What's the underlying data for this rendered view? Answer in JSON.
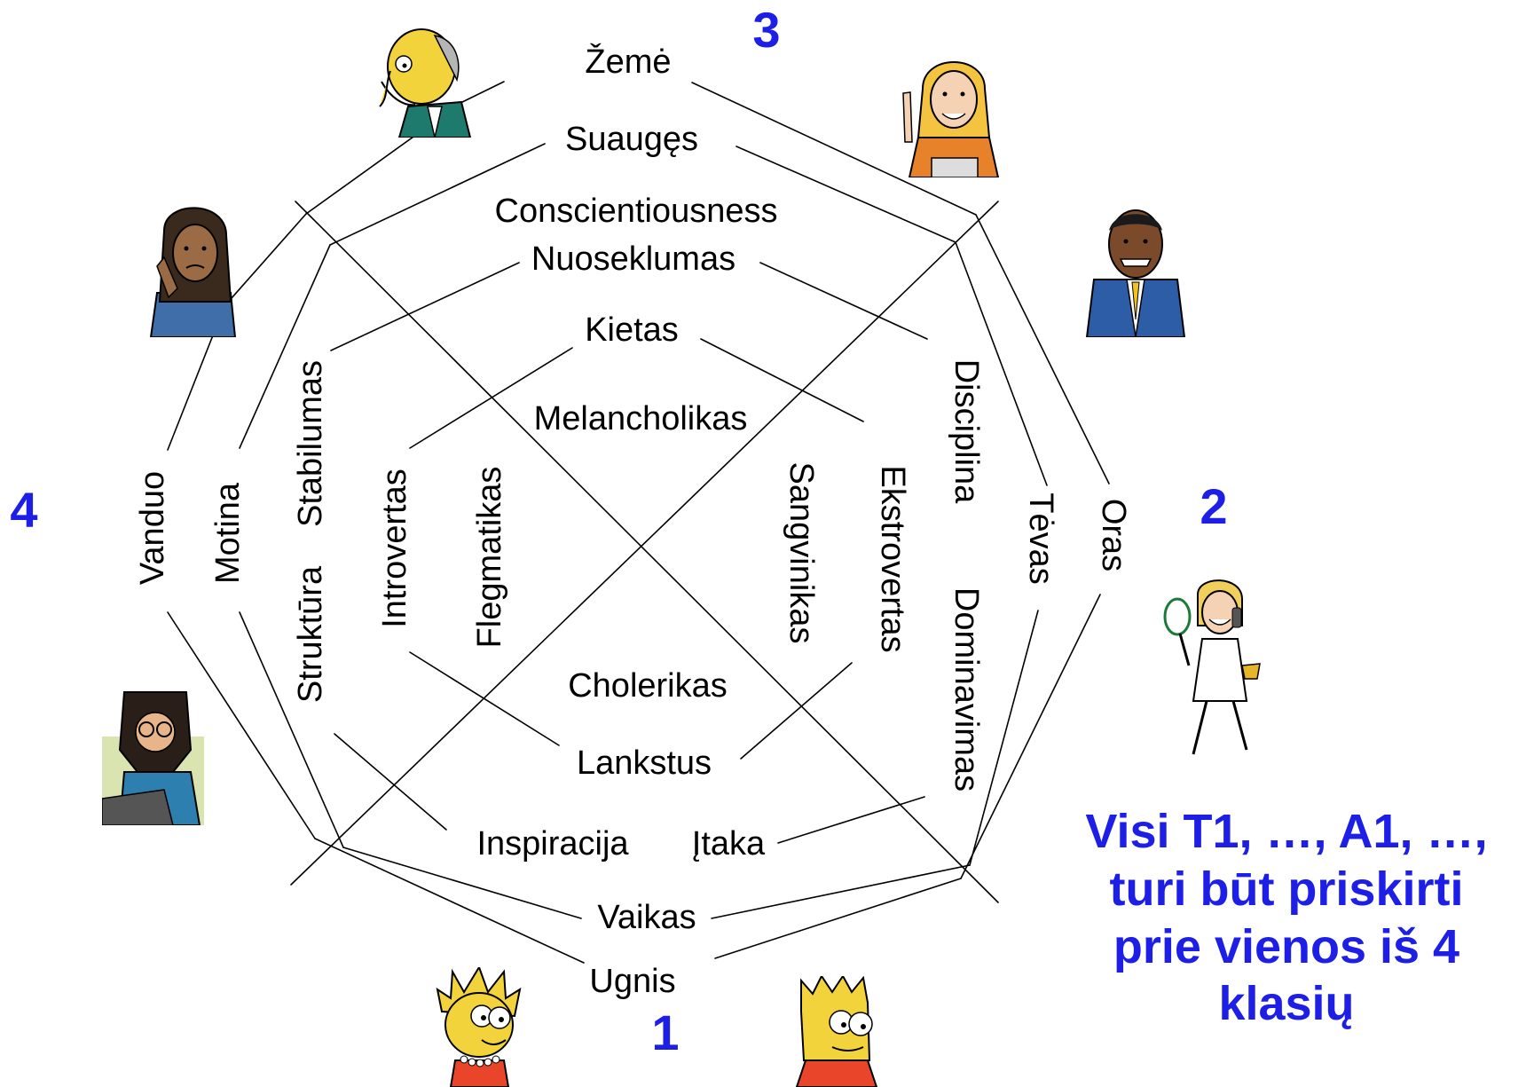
{
  "labels": {
    "zeme": "Žemė",
    "suauges": "Suaugęs",
    "conscientiousness": "Conscientiousness",
    "nuoseklumas": "Nuoseklumas",
    "kietas": "Kietas",
    "melancholikas": "Melancholikas",
    "vanduo": "Vanduo",
    "motina": "Motina",
    "stabilumas": "Stabilumas",
    "struktura": "Struktūra",
    "introvertas": "Introvertas",
    "flegmatikas": "Flegmatikas",
    "sangvinikas": "Sangvinikas",
    "ekstrovertas": "Ekstrovertas",
    "disciplina": "Disciplina",
    "dominavimas": "Dominavimas",
    "tevas": "Tėvas",
    "oras": "Oras",
    "cholerikas": "Cholerikas",
    "lankstus": "Lankstus",
    "inspiracija": "Inspiracija",
    "itaka": "Įtaka",
    "vaikas": "Vaikas",
    "ugnis": "Ugnis"
  },
  "quadrants": {
    "q1": "1",
    "q2": "2",
    "q3": "3",
    "q4": "4"
  },
  "note": {
    "line1": "Visi T1, …, A1, …,",
    "line2": "turi būt priskirti",
    "line3": "prie vienos iš 4",
    "line4": "klasių"
  },
  "illustrations": [
    "bald-old-man-figure",
    "blonde-woman-speaker-figure",
    "businessman-figure",
    "worried-woman-on-phone-figure",
    "tennis-player-figure",
    "bearded-man-laptop-figure",
    "spiky-hair-girl-figure",
    "spiky-hair-boy-figure"
  ],
  "colors": {
    "accent": "#1d1ee6",
    "lines": "#000000"
  }
}
